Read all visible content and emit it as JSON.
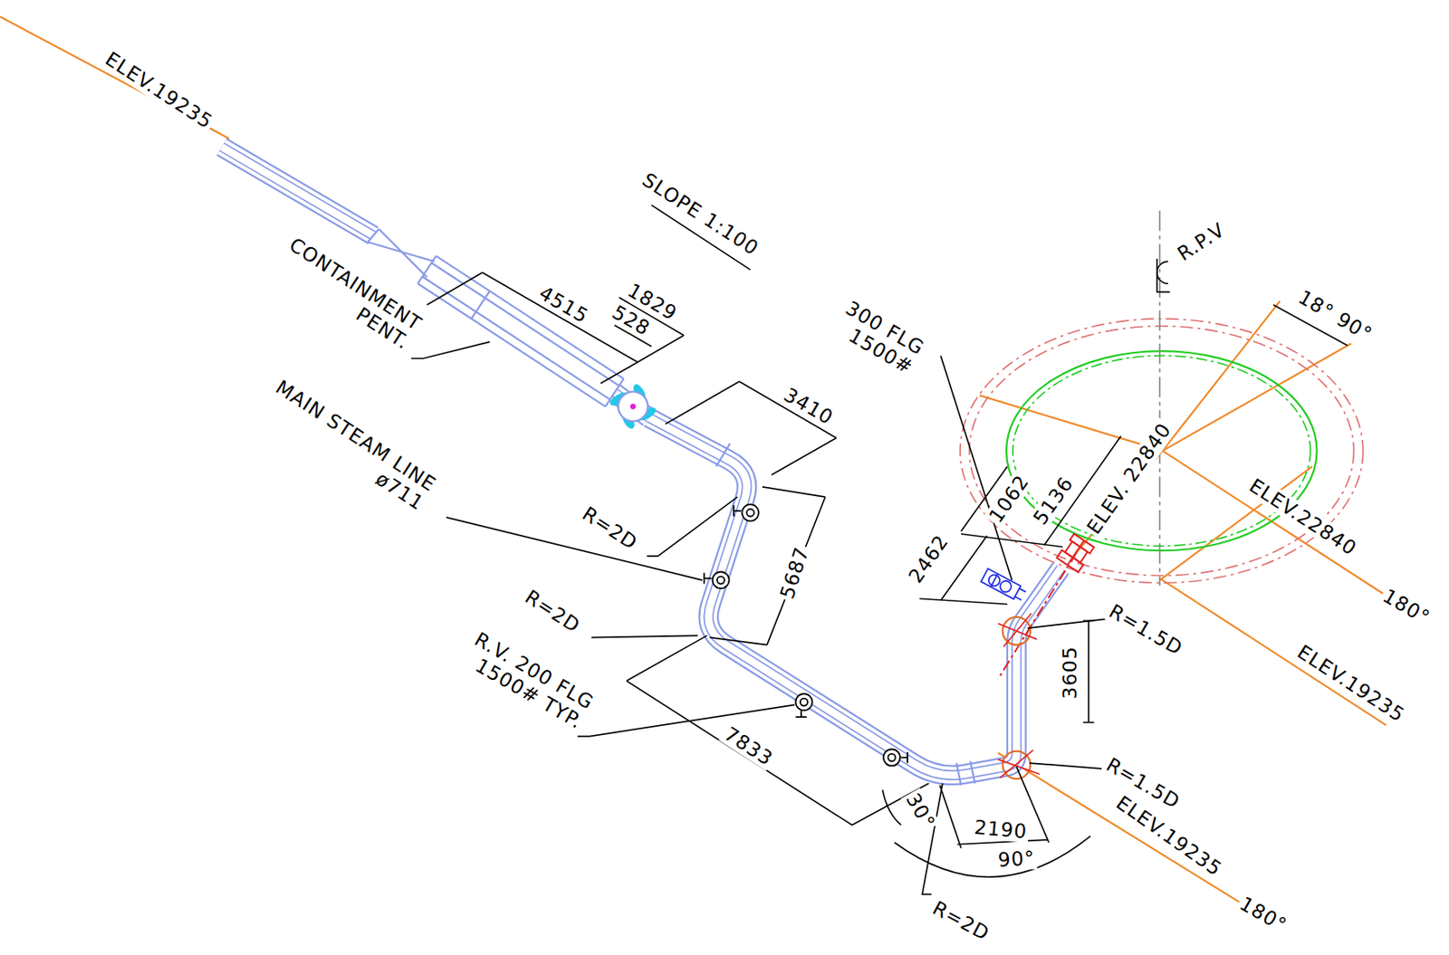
{
  "diagram": {
    "labels": [
      "ELEV.19235",
      "SLOPE 1:100",
      "CONTAINMENT PENT.",
      "4515",
      "528",
      "1829",
      "3410",
      "MAIN STEAM LINE ø711",
      "R=2D",
      "5687",
      "R=2D",
      "R.V. 200 FLG 1500# TYP.",
      "7833",
      "30°",
      "2190",
      "90°",
      "R=2D",
      "R=1.5D",
      "R=1.5D",
      "3605",
      "ELEV.19235",
      "180°",
      "ELEV.22840",
      "180°",
      "ELEV.19235",
      "ELEV. 22840",
      "5136",
      "1062",
      "2462",
      "300 FLG 1500#",
      "R.P.V",
      "18° 90°"
    ]
  }
}
